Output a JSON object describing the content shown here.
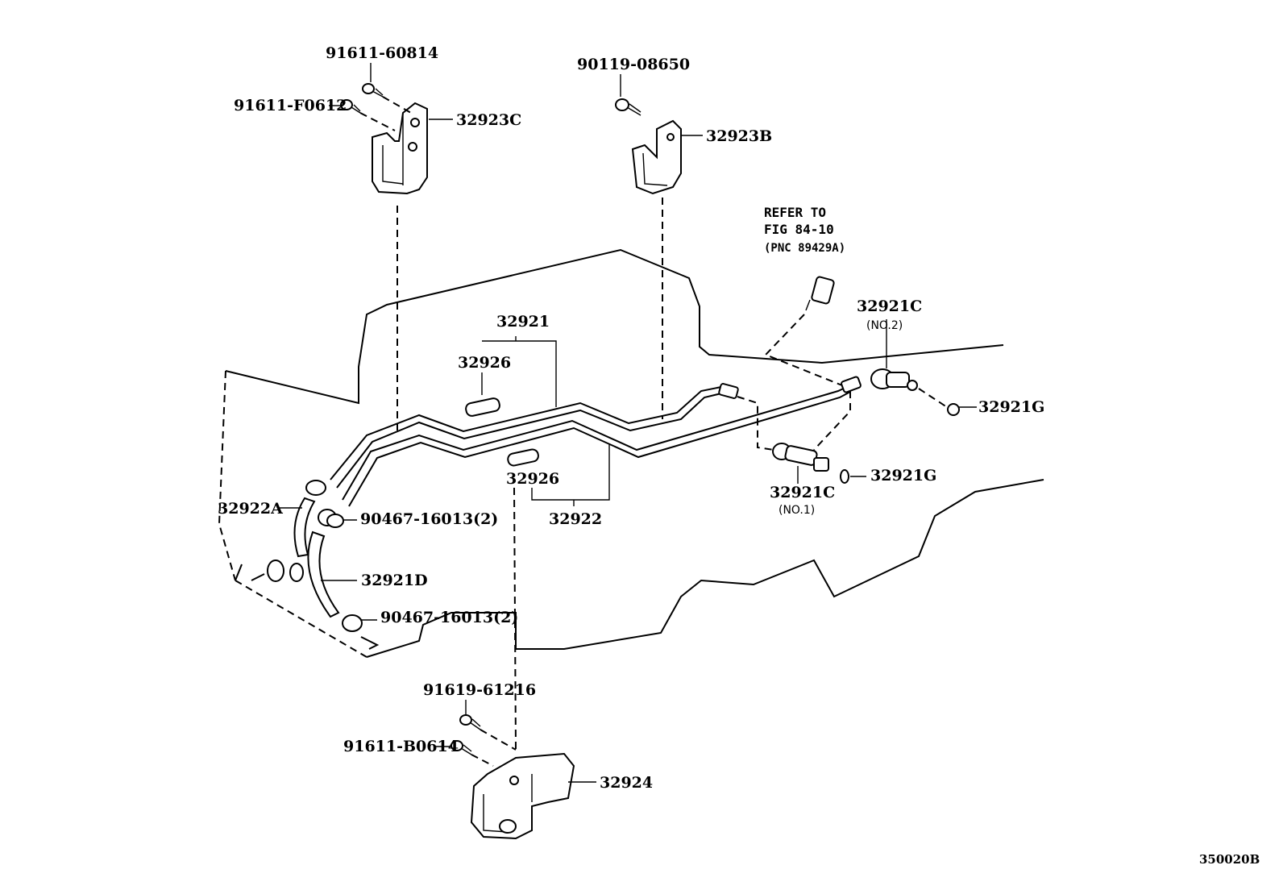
{
  "diagram": {
    "drawing_number": "350020B",
    "note": {
      "line1": "REFER TO",
      "line2": "FIG 84-10",
      "line3": "(PNC 89429A)"
    },
    "labels": {
      "p_91611_60814": "91611-60814",
      "p_91611_F0612": "91611-F0612",
      "p_32923C": "32923C",
      "p_90119_08650": "90119-08650",
      "p_32923B": "32923B",
      "p_32921": "32921",
      "p_32926_top": "32926",
      "p_32926_bottom": "32926",
      "p_32922": "32922",
      "p_32921C_no2": "32921C",
      "p_32921C_no2_tag": "(NO.2)",
      "p_32921G_top": "32921G",
      "p_32921G_bottom": "32921G",
      "p_32921C_no1": "32921C",
      "p_32921C_no1_tag": "(NO.1)",
      "p_32922A": "32922A",
      "p_90467_16013_a": "90467-16013(2)",
      "p_32921D": "32921D",
      "p_90467_16013_b": "90467-16013(2)",
      "p_91619_61216": "91619-61216",
      "p_91611_B0614": "91611-B0614",
      "p_32924": "32924"
    }
  }
}
